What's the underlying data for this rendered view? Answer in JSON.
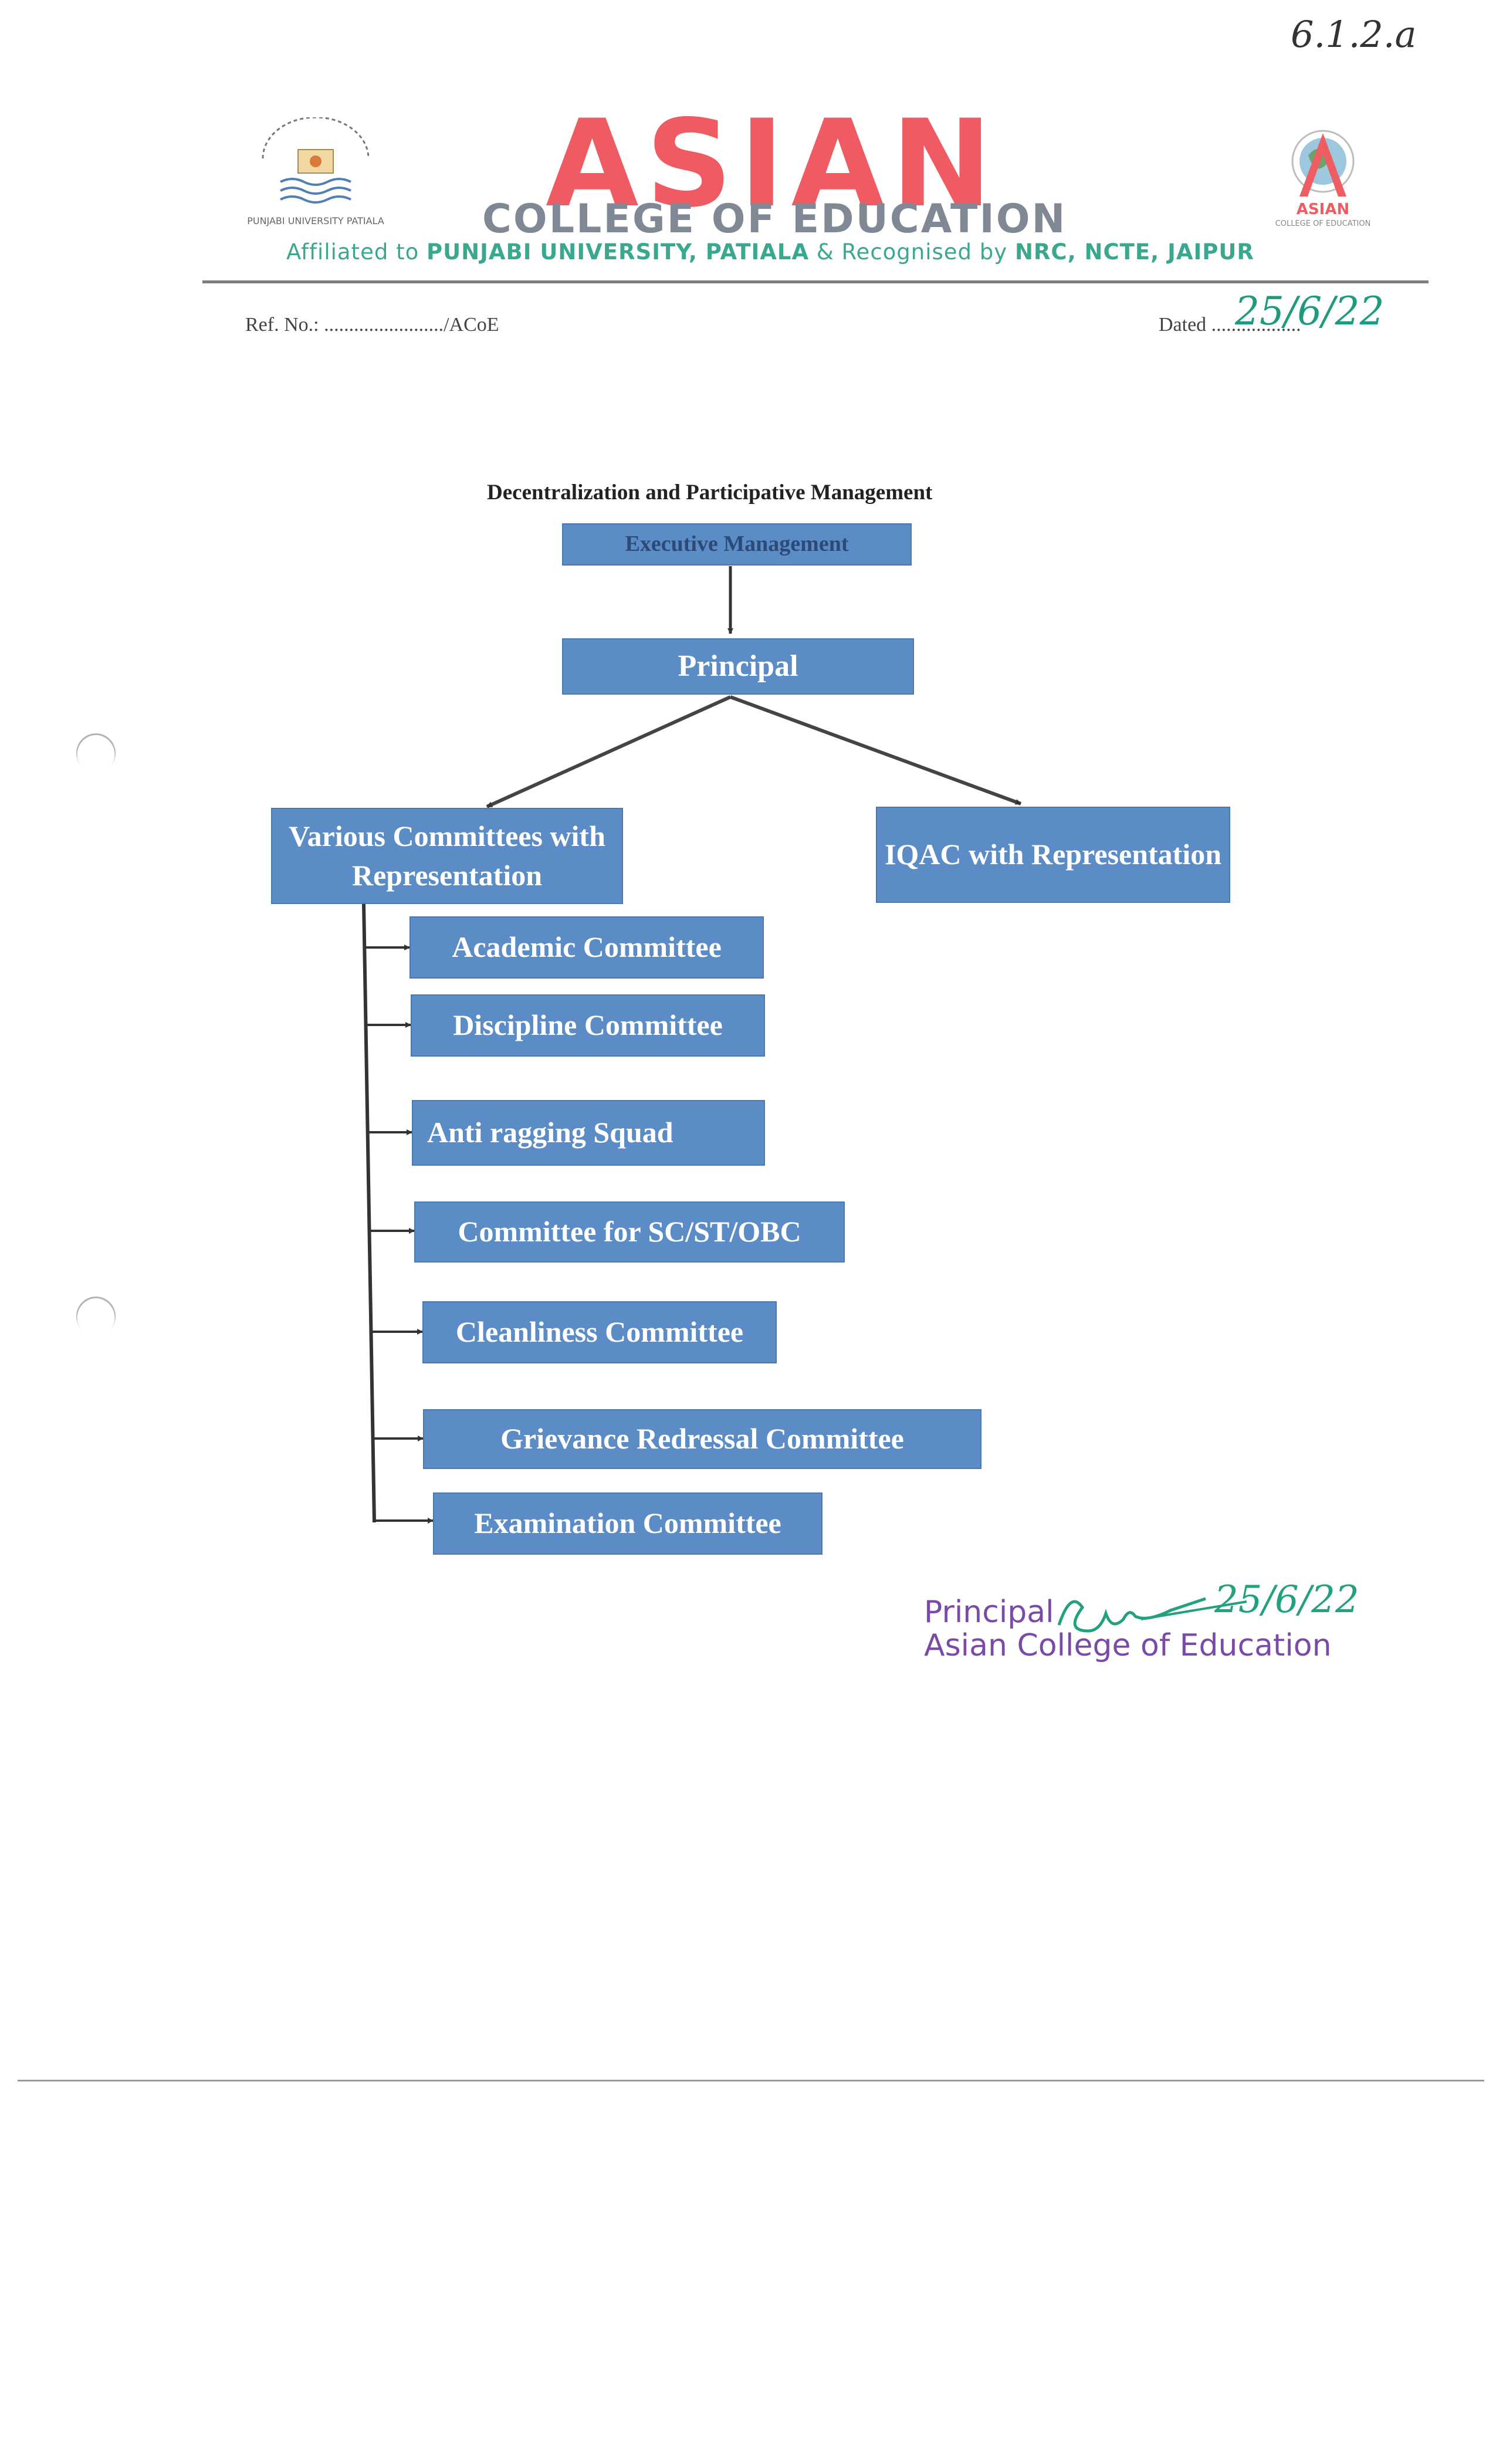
{
  "doc_code": "6.1.2.a",
  "header": {
    "college_short": "ASIAN",
    "college_full": "COLLEGE OF EDUCATION",
    "affiliation_prefix": "Affiliated to ",
    "affiliation_university": "PUNJABI UNIVERSITY, PATIALA",
    "affiliation_mid": " & Recognised by ",
    "affiliation_bodies": "NRC, NCTE, JAIPUR",
    "left_logo_caption": "PUNJABI UNIVERSITY PATIALA",
    "right_logo_text": "ASIAN",
    "right_logo_caption": "COLLEGE OF EDUCATION"
  },
  "ref": {
    "label": "Ref. No.: ......................../ACoE",
    "dated_label": "Dated ..................",
    "dated_value": "25/6/22"
  },
  "chart": {
    "title": "Decentralization and Participative Management",
    "top": "Executive Management",
    "principal": "Principal",
    "committees_parent": "Various Committees with Representation",
    "iqac": "IQAC with Representation",
    "committees": [
      "Academic Committee",
      "Discipline Committee",
      "Anti ragging Squad",
      "Committee for SC/ST/OBC",
      "Cleanliness Committee",
      "Grievance Redressal Committee",
      "Examination Committee"
    ]
  },
  "stamp": {
    "line1": "Principal",
    "line2": "Asian College of Education",
    "signature_date": "25/6/22"
  }
}
